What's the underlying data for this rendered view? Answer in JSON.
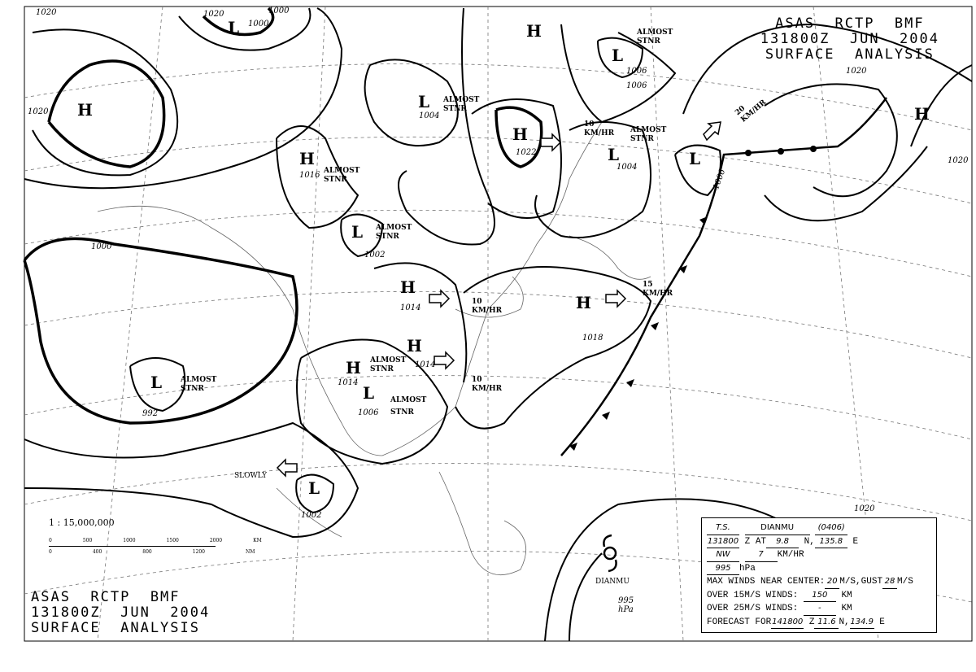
{
  "header": {
    "line1": "ASAS  RCTP  BMF",
    "line2": "131800Z  JUN  2004",
    "line3": "SURFACE  ANALYSIS"
  },
  "footer": {
    "line1": "ASAS  RCTP  BMF",
    "line2": "131800Z  JUN  2004",
    "line3": "SURFACE  ANALYSIS"
  },
  "scale": {
    "ratio": "1 : 15,000,000",
    "km_ticks": [
      "0",
      "500",
      "1000",
      "1500",
      "2000",
      "KM"
    ],
    "nm_ticks": [
      "0",
      "400",
      "800",
      "1200",
      "NM"
    ]
  },
  "centers": [
    {
      "type": "H",
      "pressure": ""
    },
    {
      "type": "L",
      "pressure": "1000"
    },
    {
      "type": "H",
      "pressure": ""
    },
    {
      "type": "L",
      "pressure": "1006"
    },
    {
      "type": "L",
      "pressure": "1004"
    },
    {
      "type": "H",
      "pressure": "1022"
    },
    {
      "type": "H",
      "pressure": "1016"
    },
    {
      "type": "L",
      "pressure": "1004"
    },
    {
      "type": "L",
      "pressure": "1006"
    },
    {
      "type": "H",
      "pressure": "1020"
    },
    {
      "type": "L",
      "pressure": "1002"
    },
    {
      "type": "H",
      "pressure": "1014"
    },
    {
      "type": "H",
      "pressure": "1018"
    },
    {
      "type": "H",
      "pressure": "1014"
    },
    {
      "type": "H",
      "pressure": "1014"
    },
    {
      "type": "L",
      "pressure": "1006"
    },
    {
      "type": "L",
      "pressure": "992"
    },
    {
      "type": "L",
      "pressure": "1002"
    }
  ],
  "isobar_labels": [
    "1020",
    "1020",
    "1000",
    "1020",
    "1020",
    "1000",
    "1006",
    "1020"
  ],
  "annotations": {
    "almost_stnr": "ALMOST STNR",
    "almost": "ALMOST",
    "stnr": "STNR",
    "slowly": "SLOWLY",
    "kmhr10": "10 KM/HR",
    "kmhr15": "15 KM/HR",
    "kmhr20": "20 KM/HR"
  },
  "typhoon": {
    "name": "DIANMU",
    "pressure_label": "995 hPa"
  },
  "infobox": {
    "class": "T.S.",
    "name": "DIANMU",
    "number": "(0406)",
    "time": "131800",
    "z": "Z",
    "at": "AT",
    "lat": "9.8",
    "n": "N,",
    "lon": "135.8",
    "e": "E",
    "direction": "NW",
    "speed": "7",
    "speed_unit": "KM/HR",
    "pressure": "995",
    "pressure_unit": "hPa",
    "max_winds_label": "MAX WINDS NEAR CENTER:",
    "max_winds": "20",
    "ms": "M/S,GUST",
    "gust": "28",
    "ms2": "M/S",
    "over15_label": "OVER 15M/S WINDS:",
    "over15": "150",
    "km": "KM",
    "over25_label": "OVER 25M/S WINDS:",
    "over25": "-",
    "km2": "KM",
    "forecast_label": "FORECAST FOR",
    "fc_time": "141800",
    "fc_z": "Z",
    "fc_lat": "11.6",
    "fc_n": "N,",
    "fc_lon": "134.9",
    "fc_e": "E"
  }
}
